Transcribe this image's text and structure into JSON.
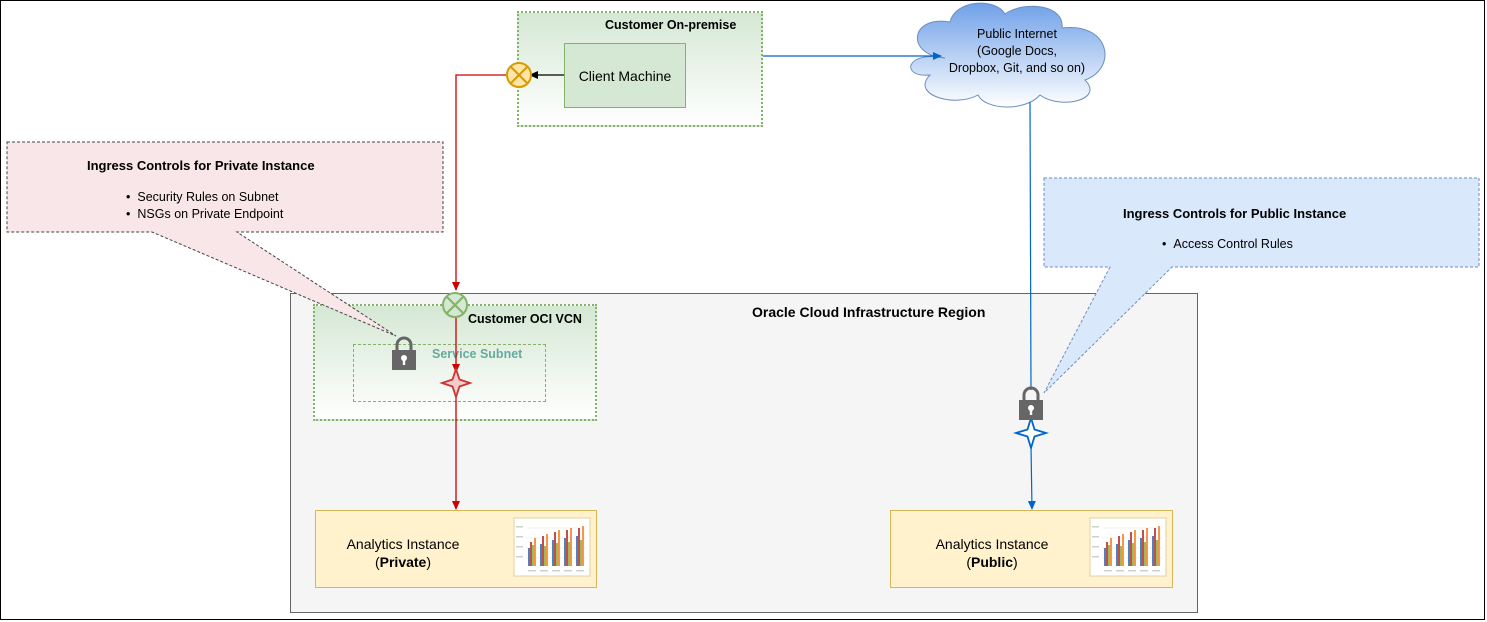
{
  "region": {
    "title": "Oracle Cloud Infrastructure Region"
  },
  "onprem": {
    "title": "Customer On-premise",
    "client_label": "Client Machine"
  },
  "vcn": {
    "title": "Customer OCI VCN",
    "subnet_label": "Service Subnet"
  },
  "internet": {
    "lines": [
      "Public Internet",
      "(Google Docs,",
      "Dropbox, Git, and so on)"
    ]
  },
  "private_ingress": {
    "title": "Ingress Controls for Private Instance",
    "items": [
      "Security Rules on Subnet",
      "NSGs on Private Endpoint"
    ]
  },
  "public_ingress": {
    "title": "Ingress Controls for Public Instance",
    "items": [
      "Access Control Rules"
    ]
  },
  "instance_private": {
    "line1": "Analytics Instance",
    "line2_open": "(",
    "line2_bold": "Private",
    "line2_close": ")"
  },
  "instance_public": {
    "line1": "Analytics Instance",
    "line2_open": "(",
    "line2_bold": "Public",
    "line2_close": ")"
  },
  "colors": {
    "private_path": "#cc0000",
    "public_path": "#0066cc",
    "green_border": "#82b366",
    "private_callout_fill": "#f8e6e8",
    "public_callout_fill": "#dae8fc"
  },
  "icons": [
    "padlock-icon",
    "gateway-icon",
    "endpoint-star-icon",
    "chart-thumbnail",
    "cloud-shape"
  ]
}
